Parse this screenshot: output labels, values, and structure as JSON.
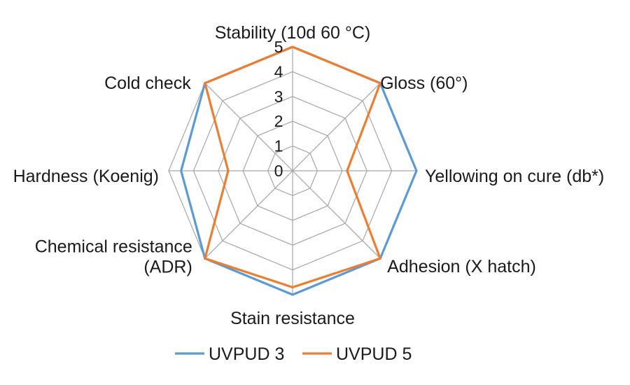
{
  "chart_data": {
    "type": "radar",
    "axes": [
      "Stability (10d 60 °C)",
      "Gloss (60°)",
      "Yellowing on cure (db*)",
      "Adhesion (X hatch)",
      "Stain resistance",
      "Chemical resistance (ADR)",
      "Hardness (Koenig)",
      "Cold check"
    ],
    "axis_label_lines": [
      [
        "Stability (10d 60 °C)"
      ],
      [
        "Gloss (60°)"
      ],
      [
        "Yellowing on cure (db*)"
      ],
      [
        "Adhesion (X hatch)"
      ],
      [
        "Stain resistance"
      ],
      [
        "Chemical resistance",
        "(ADR)"
      ],
      [
        "Hardness (Koenig)"
      ],
      [
        "Cold check"
      ]
    ],
    "rlim": [
      0,
      5
    ],
    "ticks": [
      "0",
      "1",
      "2",
      "3",
      "4",
      "5"
    ],
    "grid": true,
    "legend_position": "bottom",
    "series": [
      {
        "name": "UVPUD 3",
        "color": "#5B9BD5",
        "values": [
          5,
          5,
          5,
          5,
          5,
          5,
          4.5,
          5
        ]
      },
      {
        "name": "UVPUD 5",
        "color": "#ED7D31",
        "values": [
          5,
          5,
          2.2,
          5,
          4.7,
          5,
          2.6,
          5
        ]
      }
    ]
  }
}
